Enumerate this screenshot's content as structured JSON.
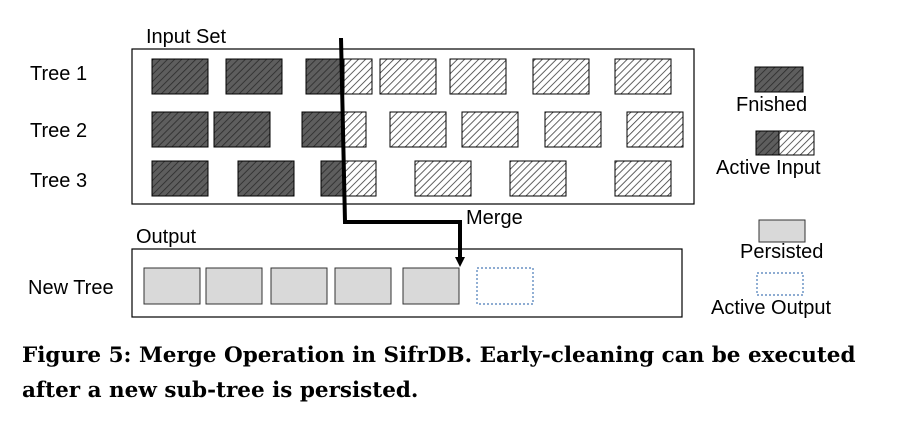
{
  "labels": {
    "input_set": "Input Set",
    "output": "Output",
    "merge": "Merge",
    "trees": [
      "Tree 1",
      "Tree 2",
      "Tree 3"
    ],
    "new_tree": "New Tree"
  },
  "legend": {
    "finished": "Fnished",
    "active_input": "Active Input",
    "persisted": "Persisted",
    "active_output": "Active Output"
  },
  "caption": "Figure 5: Merge Operation in SifrDB. Early-cleaning can be executed after a new sub-tree is persisted.",
  "colors": {
    "finished_fill": "#5e5e5e",
    "hatch_stroke": "#3a3a3a",
    "persisted_fill": "#d9d9d9",
    "active_output_border": "#4a7bb7",
    "line": "#000000"
  }
}
